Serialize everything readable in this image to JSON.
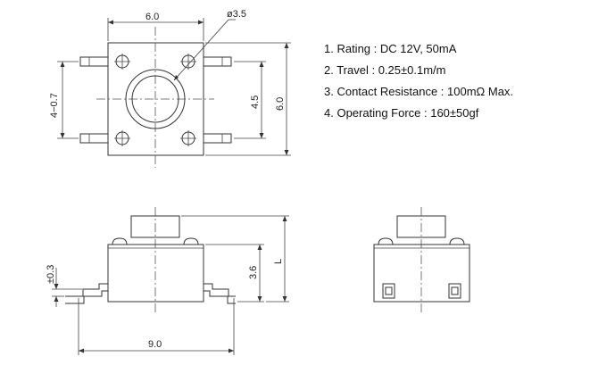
{
  "specs": [
    "1. Rating : DC 12V, 50mA",
    "2. Travel : 0.25±0.1m/m",
    "3. Contact Resistance : 100mΩ Max.",
    "4. Operating Force : 160±50gf"
  ],
  "dimensions": {
    "top_width": "6.0",
    "actuator_diameter": "ø3.5",
    "lead_pitch_left": "4−0.7",
    "lead_pitch": "4.5",
    "body_height_top": "6.0",
    "lead_offset": "±0.3",
    "body_height_side": "3.6",
    "total_height": "L",
    "lead_span": "9.0"
  }
}
